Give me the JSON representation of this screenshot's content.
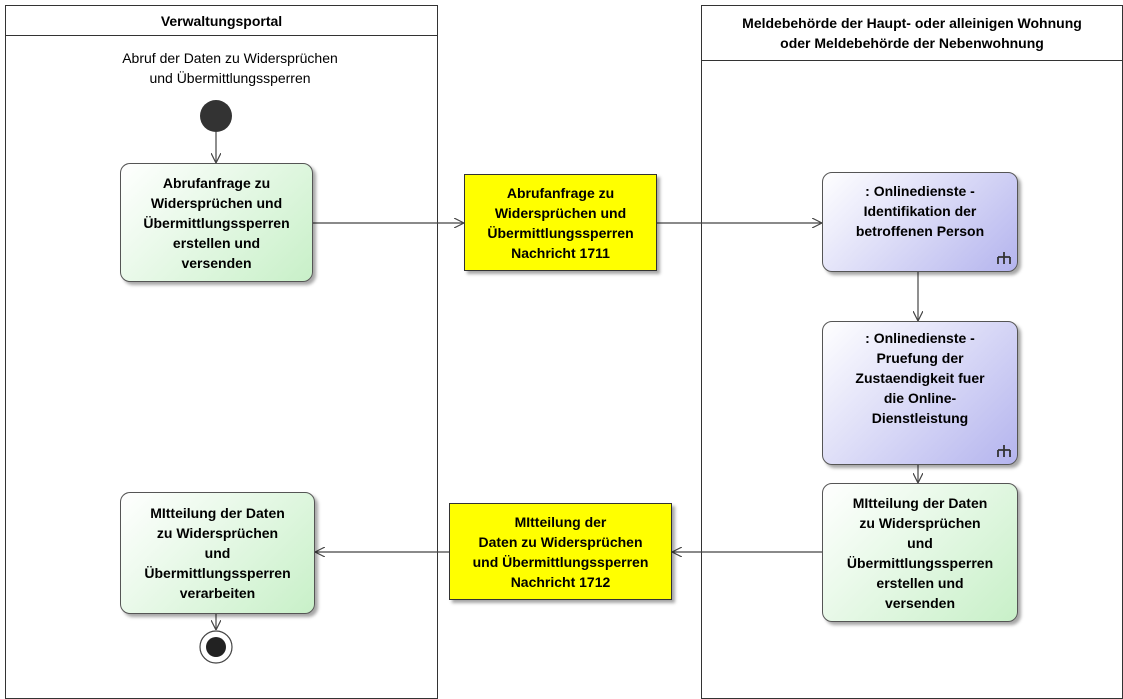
{
  "lanes": {
    "left_title": "Verwaltungsportal",
    "right_title": "Meldebehörde der Haupt- oder alleinigen Wohnung\noder Meldebehörde der Nebenwohnung"
  },
  "caption": "Abruf der Daten zu Widersprüchen\nund Übermittlungssperren",
  "nodes": {
    "create_request": "Abrufanfrage zu\nWidersprüchen und\nÜbermittlungssperren\nerstellen und\nversenden",
    "process_data": "MItteilung der Daten\nzu Widersprüchen\nund\nÜbermittlungssperren\nverarbeiten",
    "identification": ": Onlinedienste -\nIdentifikation der\nbetroffenen Person",
    "check_responsibility": ": Onlinedienste -\nPruefung der\nZustaendigkeit fuer\ndie Online-\nDienstleistung",
    "create_response": "MItteilung der Daten\nzu Widersprüchen\nund\nÜbermittlungssperren\nerstellen und\nversenden"
  },
  "messages": {
    "msg_1711": "Abrufanfrage zu\nWidersprüchen und\nÜbermittlungssperren\nNachricht 1711",
    "msg_1712": "MItteilung der\nDaten zu Widersprüchen\nund Übermittlungssperren\nNachricht 1712"
  },
  "colors": {
    "action": "#c8f0c8",
    "call_behavior": "#b4b4ee",
    "message": "#ffff00",
    "initial": "#333333"
  }
}
